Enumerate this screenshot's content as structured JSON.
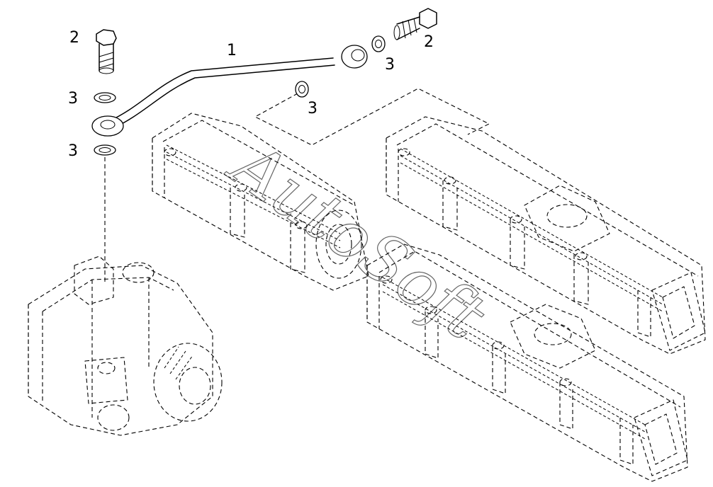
{
  "callouts": {
    "pipe": "1",
    "bolt_left": "2",
    "bolt_right": "2",
    "washer_top_left": "3",
    "washer_bottom_left": "3",
    "washer_mid": "3",
    "washer_right": "3"
  },
  "watermark": {
    "text": "AutoSoft"
  },
  "colors": {
    "line": "#000000",
    "background": "#ffffff"
  }
}
